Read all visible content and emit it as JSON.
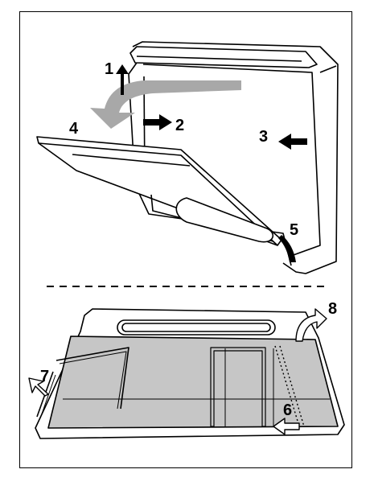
{
  "diagram": {
    "step_labels": [
      "1",
      "2",
      "3",
      "4",
      "5",
      "6",
      "7",
      "8"
    ],
    "colors": {
      "line": "#000000",
      "panel_fill": "#c6c6c6",
      "arrow_fill": "#a8a8a8",
      "background": "#ffffff"
    }
  }
}
